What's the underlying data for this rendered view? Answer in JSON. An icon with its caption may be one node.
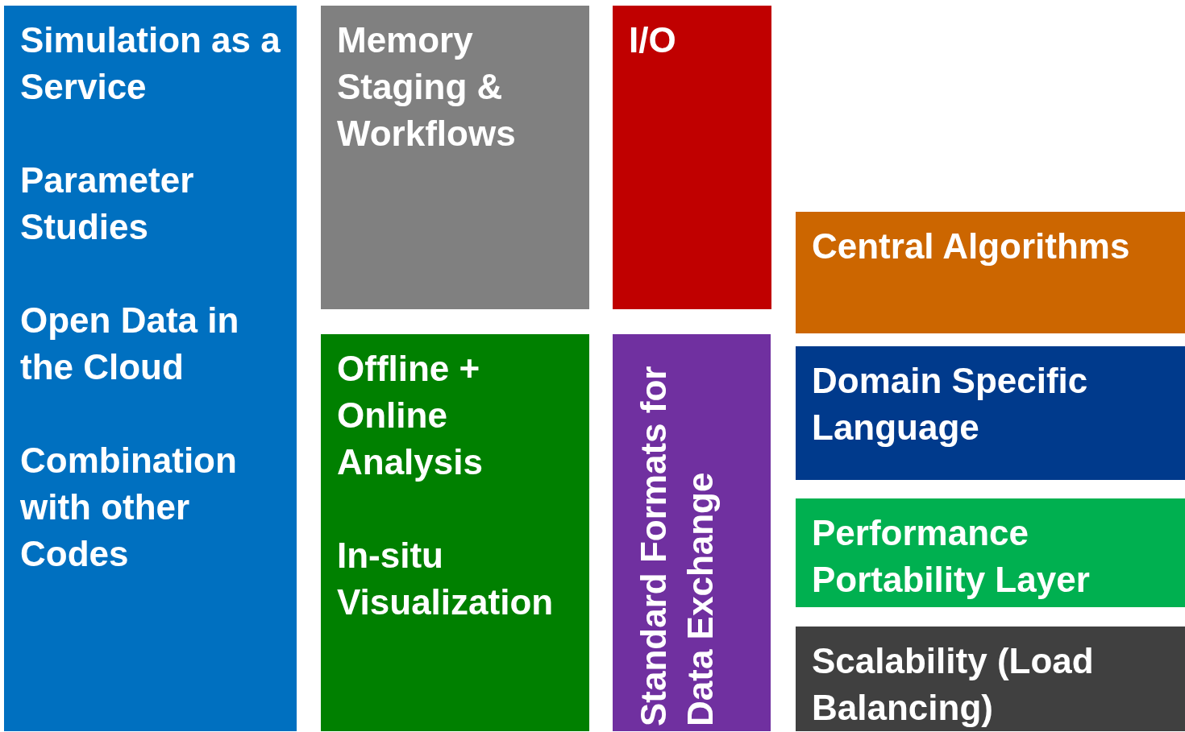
{
  "diagram": {
    "nodes": [
      {
        "text": [
          "Simulation as a Service",
          "Parameter Studies",
          "Open Data in the Cloud",
          "Combination with other Codes"
        ]
      },
      {
        "text": [
          "Memory Staging & Workflows"
        ]
      },
      {
        "text": [
          "I/O"
        ]
      },
      {
        "text": [
          "Offline + Online Analysis",
          "In-situ Visualization"
        ]
      },
      {
        "text": [
          "Standard Formats for Data Exchange"
        ]
      },
      {
        "text": [
          "Central Algorithms"
        ]
      },
      {
        "text": [
          "Domain Specific Language"
        ]
      },
      {
        "text": [
          "Performance Portability Layer"
        ]
      },
      {
        "text": [
          "Scalability (Load Balancing)"
        ]
      }
    ]
  }
}
